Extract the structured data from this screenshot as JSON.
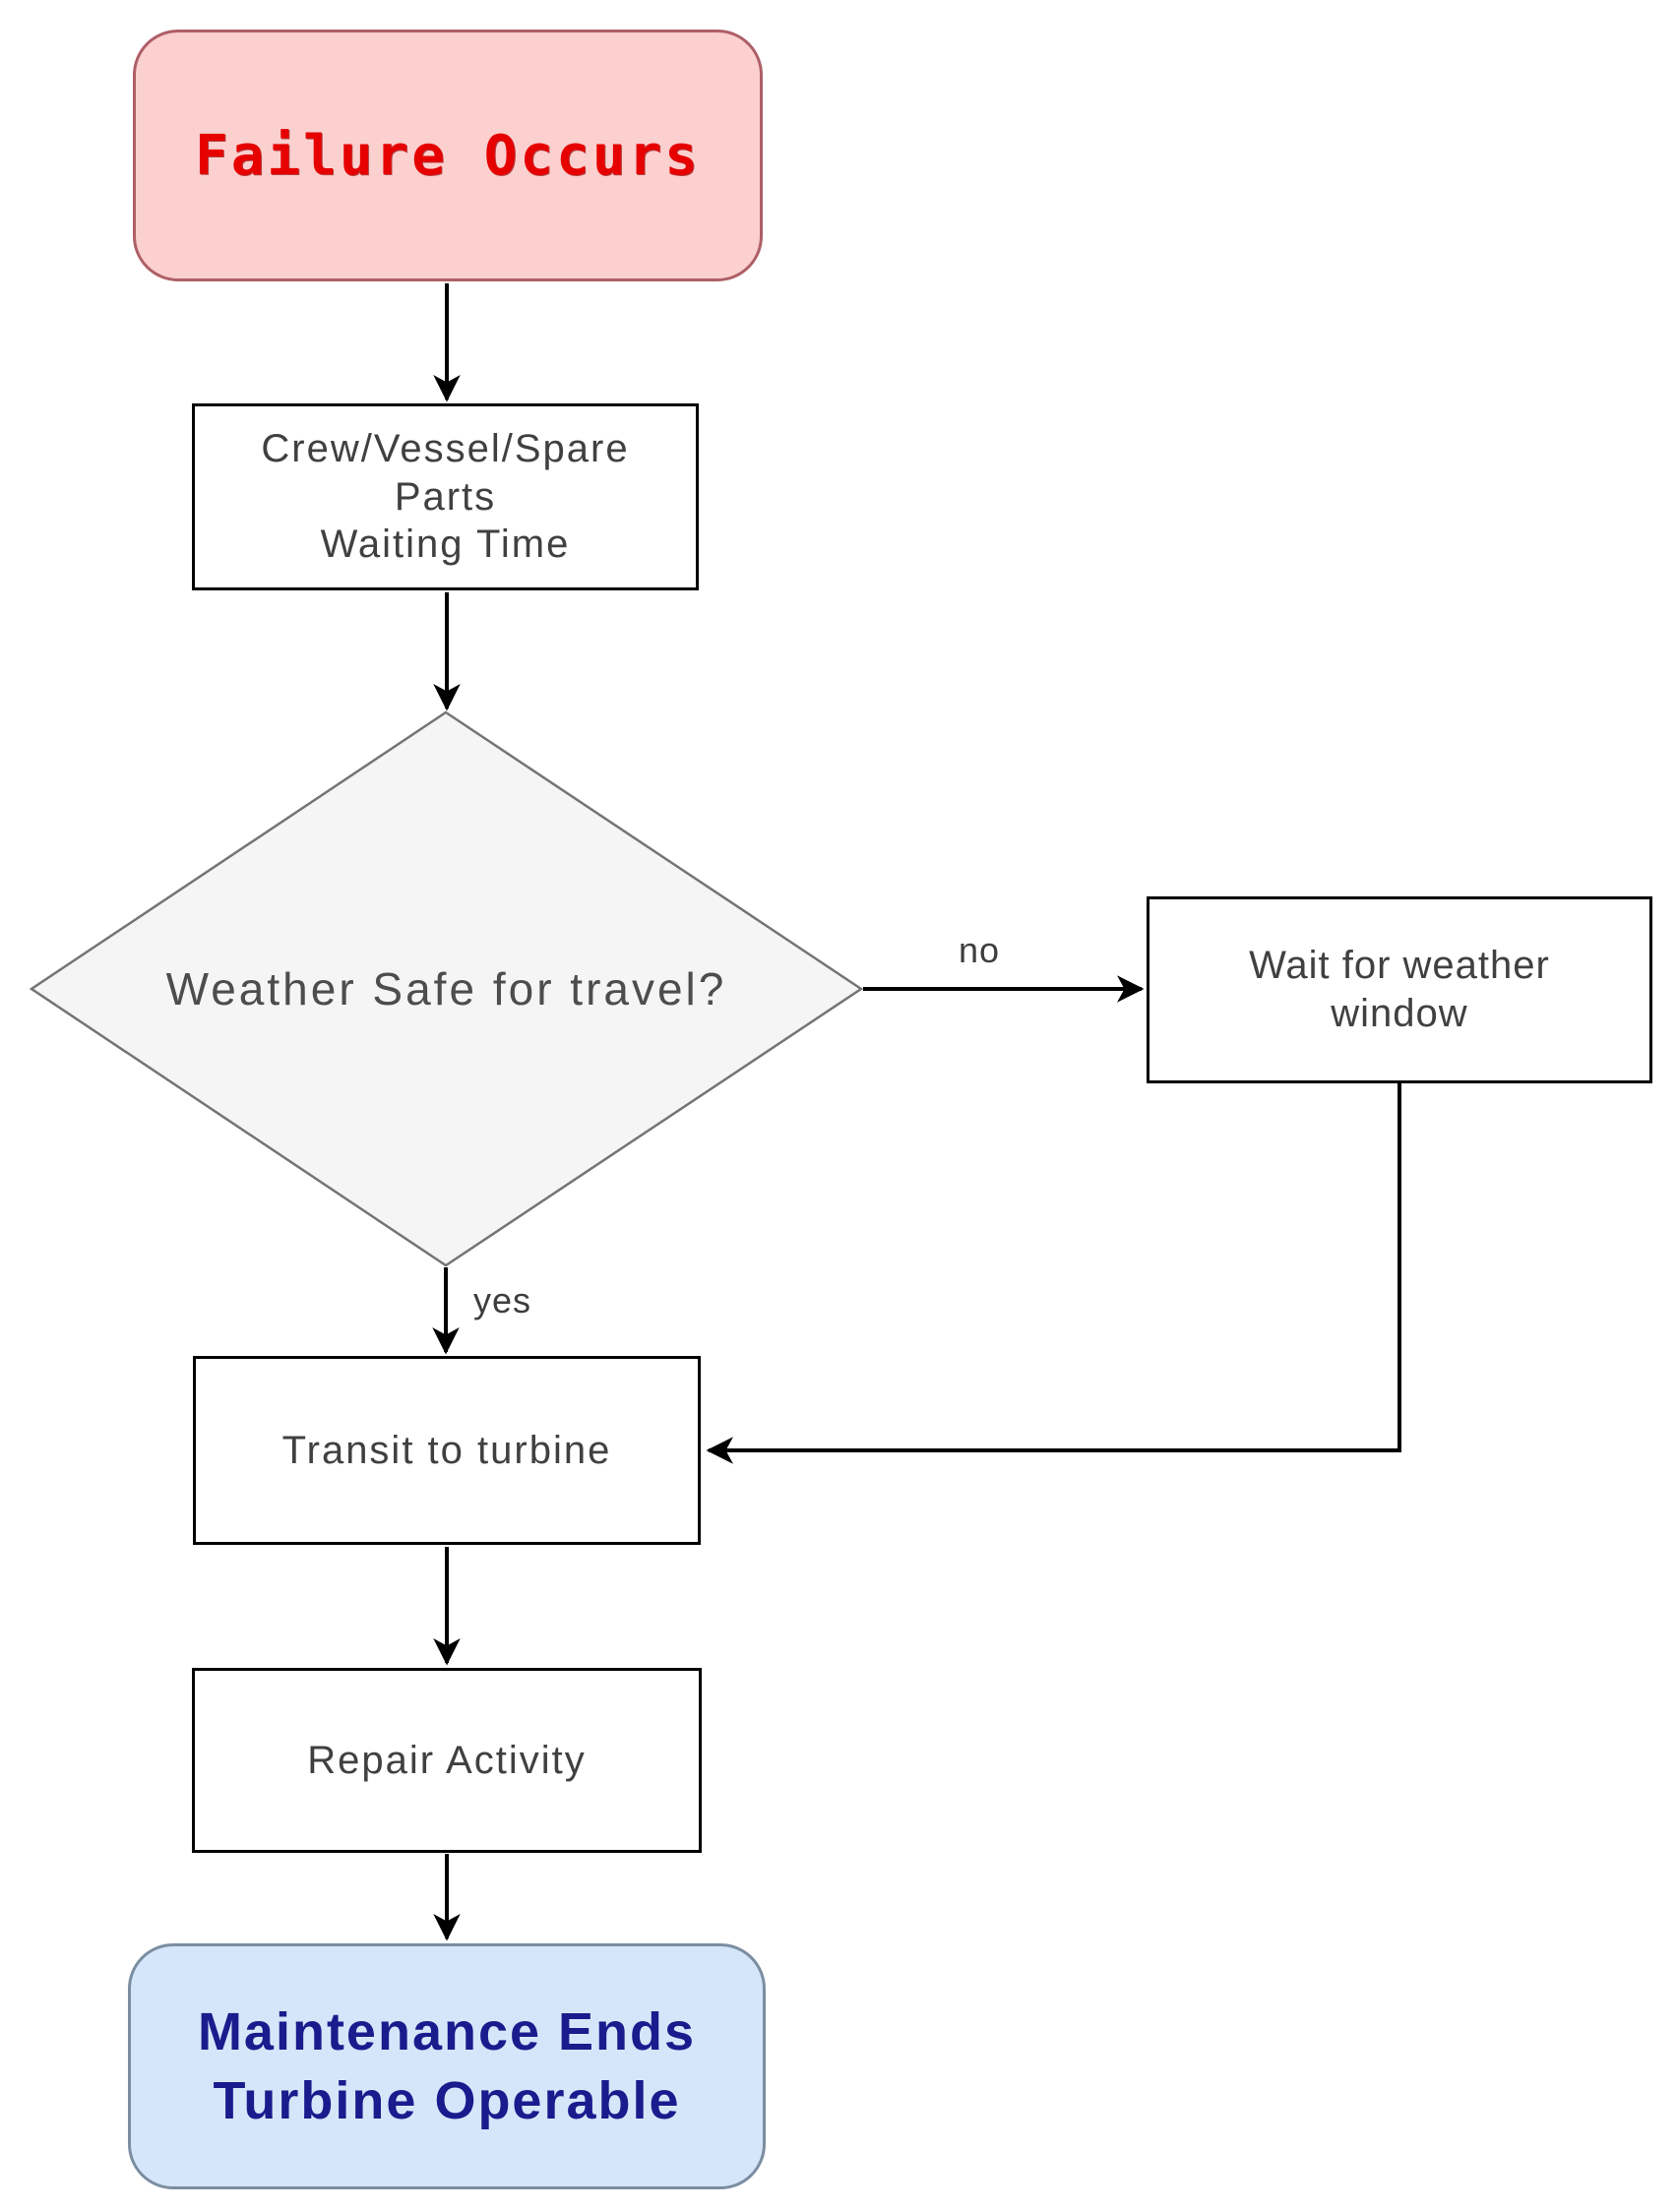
{
  "diagram": {
    "type": "flowchart",
    "background_color": "#ffffff",
    "arrow_color": "#000000",
    "nodes": {
      "failure": {
        "label": "Failure Occurs",
        "shape": "rounded-rectangle",
        "fill": "#FBD0CF",
        "stroke": "#AE5F66",
        "text_color": "#E60000"
      },
      "waiting": {
        "label": "Crew/Vessel/Spare\nParts\nWaiting Time",
        "shape": "rectangle",
        "fill": "#FFFFFF",
        "stroke": "#000000",
        "text_color": "#404040"
      },
      "weather_decision": {
        "label": "Weather Safe for travel?",
        "shape": "diamond",
        "fill": "#F5F5F5",
        "stroke": "#747474",
        "text_color": "#4D4D4D"
      },
      "wait_weather": {
        "label": "Wait for weather\nwindow",
        "shape": "rectangle",
        "fill": "#FFFFFF",
        "stroke": "#000000",
        "text_color": "#404040"
      },
      "transit": {
        "label": "Transit to turbine",
        "shape": "rectangle",
        "fill": "#FFFFFF",
        "stroke": "#000000",
        "text_color": "#404040"
      },
      "repair": {
        "label": "Repair Activity",
        "shape": "rectangle",
        "fill": "#FFFFFF",
        "stroke": "#000000",
        "text_color": "#404040"
      },
      "maintenance_end": {
        "label": "Maintenance Ends\nTurbine Operable",
        "shape": "rounded-rectangle",
        "fill": "#D6E6FA",
        "stroke": "#7B8DA1",
        "text_color": "#1B1B8E"
      }
    },
    "edges": [
      {
        "from": "failure",
        "to": "waiting",
        "label": ""
      },
      {
        "from": "waiting",
        "to": "weather_decision",
        "label": ""
      },
      {
        "from": "weather_decision",
        "to": "wait_weather",
        "label": "no"
      },
      {
        "from": "weather_decision",
        "to": "transit",
        "label": "yes"
      },
      {
        "from": "wait_weather",
        "to": "transit",
        "label": ""
      },
      {
        "from": "transit",
        "to": "repair",
        "label": ""
      },
      {
        "from": "repair",
        "to": "maintenance_end",
        "label": ""
      }
    ]
  }
}
